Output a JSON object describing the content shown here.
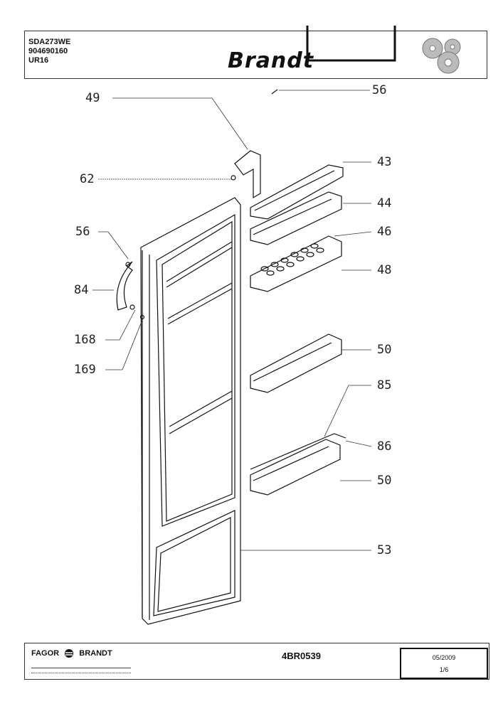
{
  "header": {
    "model": "SDA273WE",
    "code": "904690160",
    "ref": "UR16",
    "brand": "Brandt"
  },
  "callouts": {
    "c49": "49",
    "c56_top": "56",
    "c62": "62",
    "c43": "43",
    "c44": "44",
    "c46": "46",
    "c48": "48",
    "c56_left": "56",
    "c84": "84",
    "c168": "168",
    "c169": "169",
    "c50_upper": "50",
    "c85": "85",
    "c86": "86",
    "c50_lower": "50",
    "c53": "53"
  },
  "footer": {
    "company": "FAGOR",
    "company2": "BRANDT",
    "document": "4BR0539",
    "date": "05/2009",
    "page": "1/6"
  },
  "icons": [
    "gears-icon",
    "fagor-brandt-logo-icon"
  ]
}
